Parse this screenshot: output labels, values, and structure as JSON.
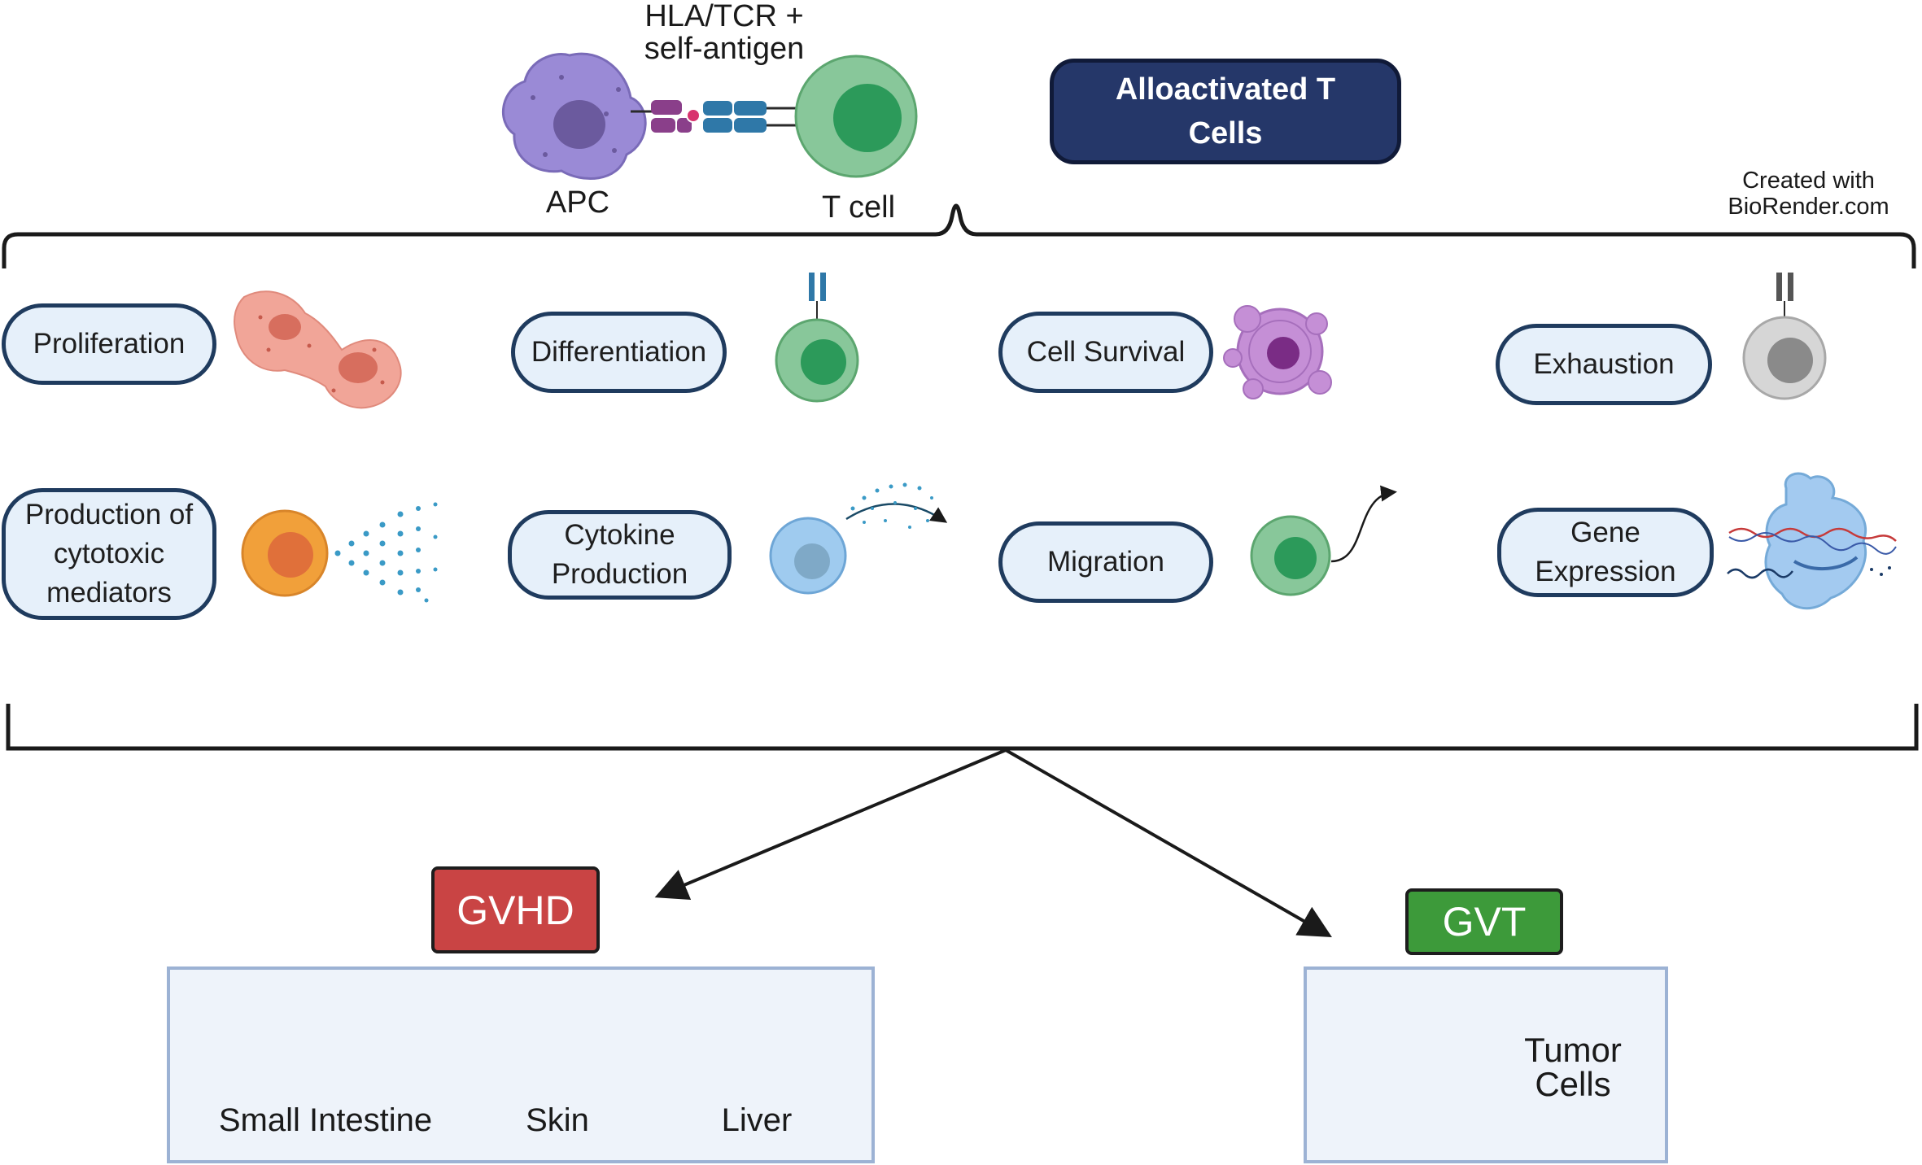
{
  "diagram": {
    "title_box": "Alloactivated T Cells",
    "top_label": {
      "line1": "HLA/TCR +",
      "line2": "self-antigen"
    },
    "apc_label": "APC",
    "tcell_label": "T cell",
    "credit": {
      "line1": "Created with",
      "line2": "BioRender.com"
    },
    "functions": {
      "proliferation": "Proliferation",
      "differentiation": "Differentiation",
      "cell_survival": "Cell Survival",
      "exhaustion": "Exhaustion",
      "cytotoxic": {
        "line1": "Production of",
        "line2": "cytotoxic",
        "line3": "mediators"
      },
      "cytokine": {
        "line1": "Cytokine",
        "line2": "Production"
      },
      "migration": "Migration",
      "gene": {
        "line1": "Gene",
        "line2": "Expression"
      }
    },
    "gvhd": {
      "label": "GVHD",
      "organs": {
        "intestine": "Small Intestine",
        "skin": "Skin",
        "liver": "Liver"
      }
    },
    "gvt": {
      "label": "GVT",
      "tumor": {
        "line1": "Tumor",
        "line2": "Cells"
      }
    },
    "colors": {
      "navy": "#253769",
      "pill_border": "#1f3b5e",
      "pill_fill": "#e6f0fa",
      "gvhd_red": "#c94444",
      "gvt_green": "#3d9a3a",
      "tcell_green": "#88c79a",
      "apc_purple": "#9a8ad6"
    }
  }
}
